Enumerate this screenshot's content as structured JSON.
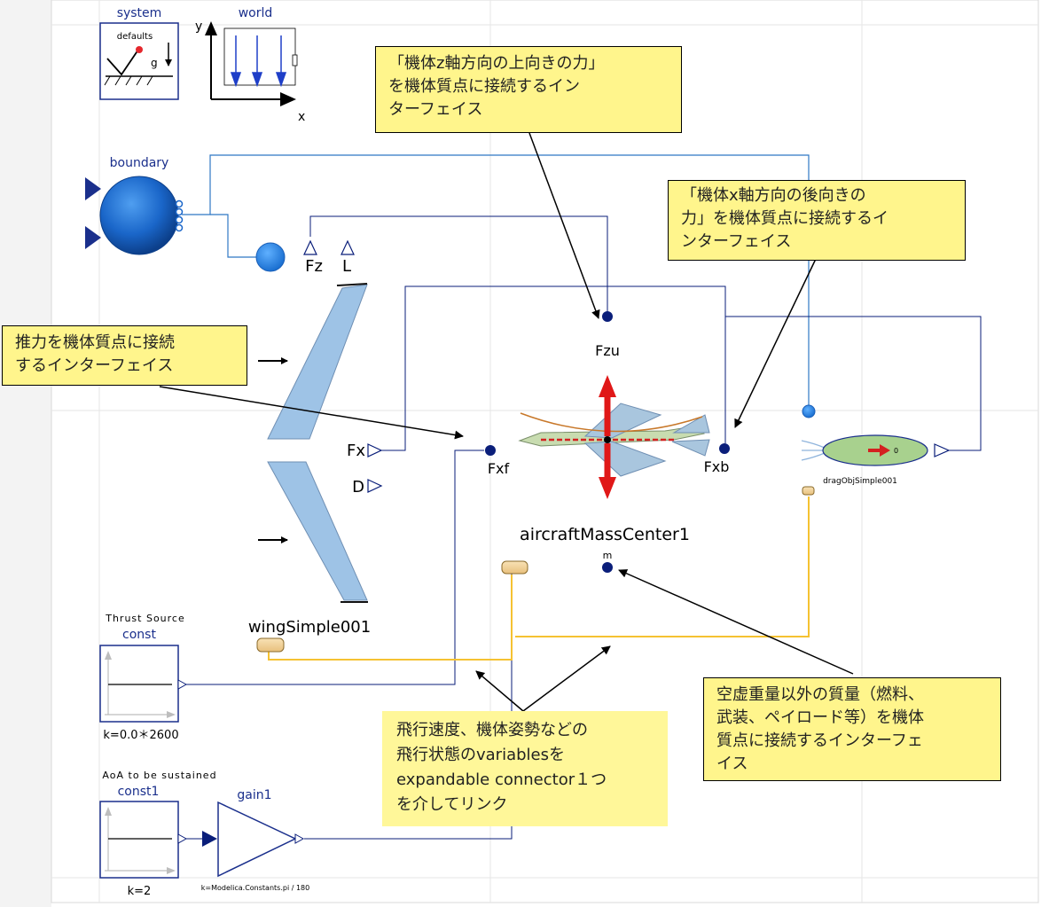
{
  "colors": {
    "connector_blue": "#0a1e7a",
    "signal_line": "#0a1e7a",
    "fluid_line": "#2f78c4",
    "bus_line": "#f5c232",
    "note_bg": "#fff58c",
    "wing_fill": "#9ec3e6",
    "grid": "#e6e6e6"
  },
  "icons": {
    "system": "system-block-icon",
    "world": "world-frame-icon",
    "boundary": "fluid-boundary-icon",
    "aircraft": "aircraft-icon",
    "drag": "drag-object-icon",
    "const": "constant-source-icon",
    "gain": "gain-triangle-icon"
  },
  "blocks": {
    "system": {
      "name": "system",
      "defaults": "defaults",
      "g": "g"
    },
    "world": {
      "name": "world",
      "y": "y",
      "x": "x"
    },
    "boundary": {
      "name": "boundary"
    },
    "wing": {
      "name": "wingSimple001",
      "port_fz": "Fz",
      "port_l": "L",
      "port_fx": "Fx",
      "port_d": "D"
    },
    "aircraft": {
      "name": "aircraftMassCenter1",
      "port_fzu": "Fzu",
      "port_fxf": "Fxf",
      "port_fxb": "Fxb",
      "port_m": "m"
    },
    "drag": {
      "name": "dragObjSimple001"
    },
    "const": {
      "caption": "Thrust Source",
      "name": "const",
      "param": "k=0.0＊2600"
    },
    "const1": {
      "caption": "AoA to be sustained",
      "name": "const1",
      "param": "k=2"
    },
    "gain1": {
      "name": "gain1",
      "param": "k=Modelica.Constants.pi / 180"
    }
  },
  "notes": {
    "z_up": [
      "「機体z軸方向の上向きの力」",
      "を機体質点に接続するイン",
      "ターフェイス"
    ],
    "x_back": [
      "「機体x軸方向の後向きの",
      "力」を機体質点に接続するイ",
      "ンターフェイス"
    ],
    "thrust": [
      "推力を機体質点に接続",
      "するインターフェイス"
    ],
    "mass": [
      "空虚重量以外の質量（燃料、",
      "武装、ペイロード等）を機体",
      "質点に接続するインターフェ",
      "イス"
    ],
    "bus": [
      "飛行速度、機体姿勢などの",
      "飛行状態のvariablesを",
      "expandable connector１つ",
      "を介してリンク"
    ]
  }
}
